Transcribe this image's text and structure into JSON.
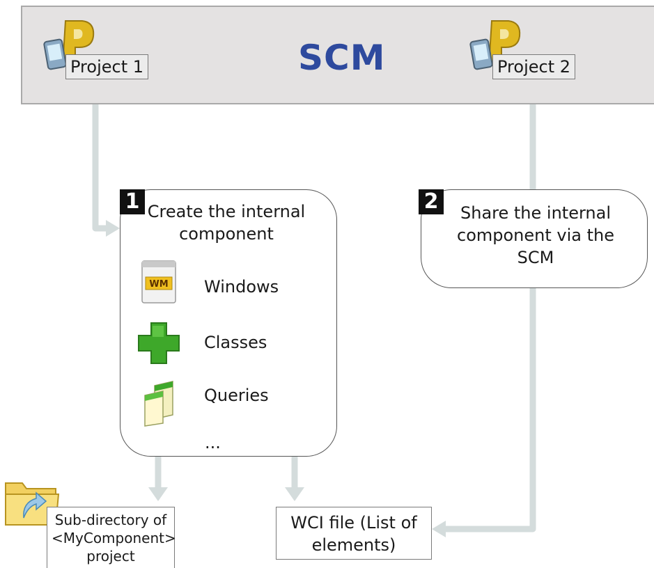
{
  "header": {
    "title": "SCM",
    "project1_label": "Project 1",
    "project2_label": "Project 2",
    "project_icon": "project-icon"
  },
  "step1": {
    "number": "1",
    "title": "Create the internal component",
    "items": [
      {
        "label": "Windows",
        "icon": "windows-icon"
      },
      {
        "label": "Classes",
        "icon": "classes-icon"
      },
      {
        "label": "Queries",
        "icon": "queries-icon"
      },
      {
        "label": "..."
      }
    ]
  },
  "step2": {
    "number": "2",
    "title": "Share the internal component via the SCM"
  },
  "outputs": {
    "subdirectory": "Sub-directory of <MyComponent> project",
    "subdirectory_icon": "folder-icon",
    "wci_file": "WCI file (List of elements)"
  },
  "colors": {
    "scm_title": "#2e4a9e",
    "bar_background": "#e4e2e2",
    "arrow": "#d4dcdc"
  }
}
